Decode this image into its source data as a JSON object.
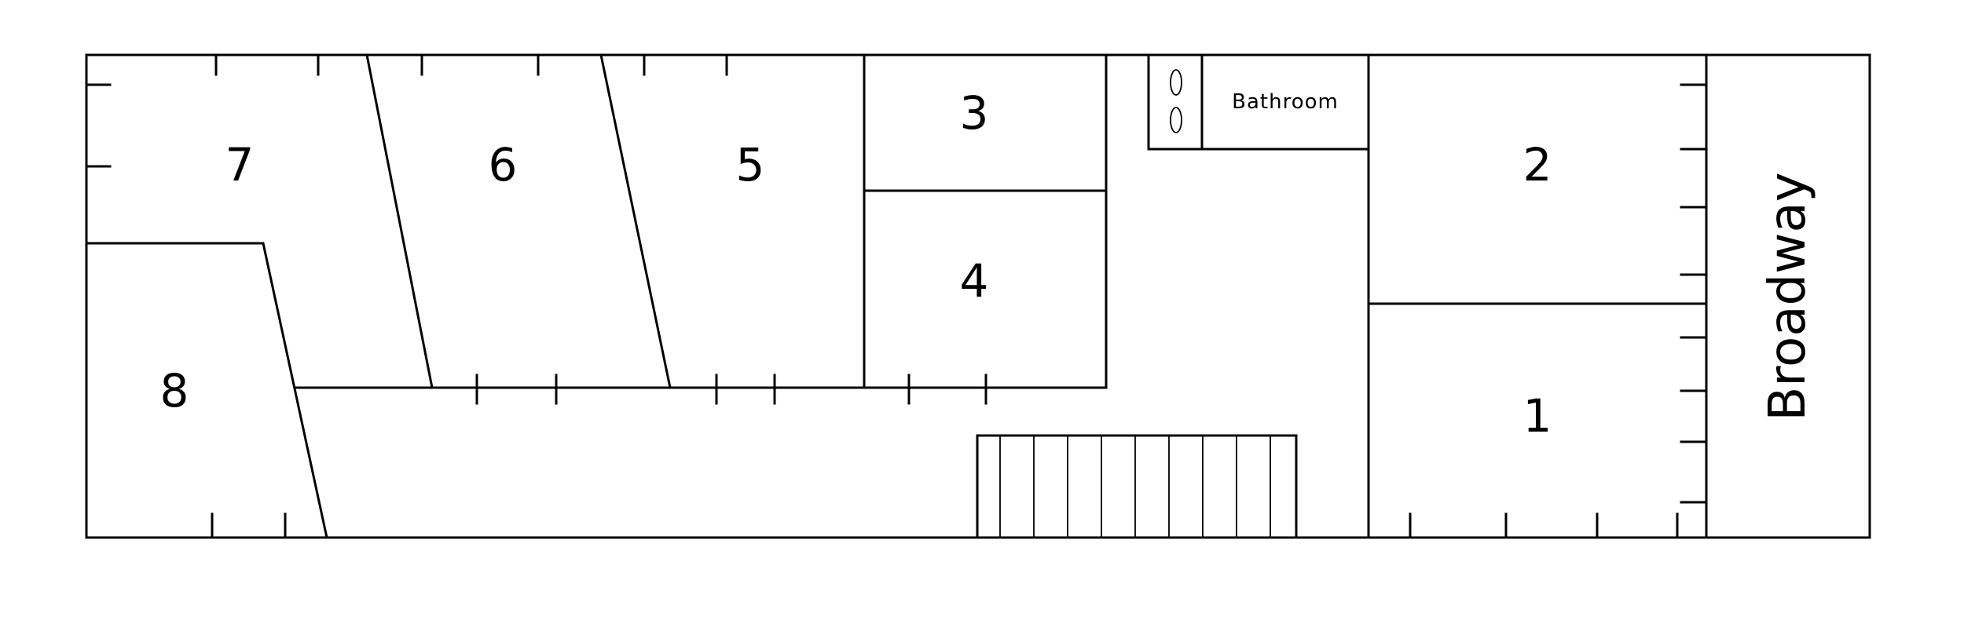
{
  "floor_plan": {
    "street": "Broadway",
    "bathroom": "Bathroom",
    "rooms": [
      {
        "id": "1",
        "label": "1"
      },
      {
        "id": "2",
        "label": "2"
      },
      {
        "id": "3",
        "label": "3"
      },
      {
        "id": "4",
        "label": "4"
      },
      {
        "id": "5",
        "label": "5"
      },
      {
        "id": "6",
        "label": "6"
      },
      {
        "id": "7",
        "label": "7"
      },
      {
        "id": "8",
        "label": "8"
      }
    ],
    "colors": {
      "line": "#000000",
      "background": "#ffffff"
    }
  }
}
